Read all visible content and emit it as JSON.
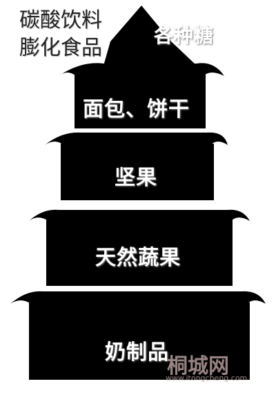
{
  "top_left_labels": [
    "碳酸饮料",
    "膨化食品"
  ],
  "top_label": "各种糖",
  "tiers": [
    {
      "label": "面包、饼干"
    },
    {
      "label": "坚果"
    },
    {
      "label": "天然蔬果"
    },
    {
      "label": "奶制品"
    }
  ],
  "watermark": {
    "name": "桐城网",
    "url": "www.itongcheng.com"
  },
  "colors": {
    "pagoda": "#000000",
    "background": "#ffffff",
    "label": "#ffffff",
    "watermark": "#b39a9a"
  }
}
